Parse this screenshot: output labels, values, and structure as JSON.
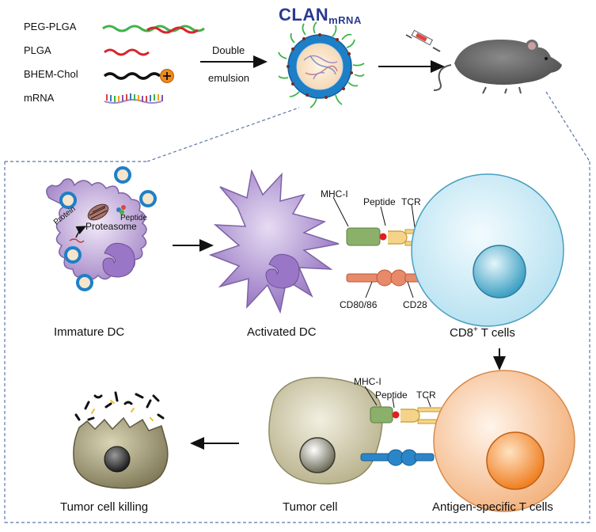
{
  "legend": {
    "items": [
      {
        "label": "PEG-PLGA",
        "color": "#3fb34a"
      },
      {
        "label": "PLGA",
        "color": "#d8262c"
      },
      {
        "label": "BHEM-Chol",
        "color": "#111111"
      },
      {
        "label": "mRNA",
        "color": "#7b5aa6"
      }
    ]
  },
  "process": {
    "line1": "Double",
    "line2": "emulsion"
  },
  "nanoparticle": {
    "title": "CLAN",
    "subscript": "mRNA"
  },
  "immature_dc": {
    "caption": "Immature  DC",
    "protein": "Protein",
    "proteasome": "Proteasome",
    "peptide": "Peptide"
  },
  "activated_dc": {
    "caption": "Activated  DC"
  },
  "synapse1": {
    "mhc": "MHC-I",
    "peptide": "Peptide",
    "tcr": "TCR",
    "cd80": "CD80/86",
    "cd28": "CD28"
  },
  "tcell": {
    "caption_pre": "CD8",
    "caption_sup": "+",
    "caption_post": " T cells"
  },
  "synapse2": {
    "mhc": "MHC-I",
    "peptide": "Peptide",
    "tcr": "TCR"
  },
  "tumor": {
    "caption": "Tumor cell",
    "killing": "Tumor cell killing"
  },
  "antigen_tcell": {
    "caption": "Antigen-specific  T cells"
  },
  "colors": {
    "dc_fill": "#b49ad0",
    "dc_stroke": "#7d62a6",
    "tcell_fill": "#cfeaf4",
    "antigen_fill": "#f6c49a",
    "tumor_fill": "#cfcaa6",
    "nano_ring": "#1e7fc7"
  }
}
